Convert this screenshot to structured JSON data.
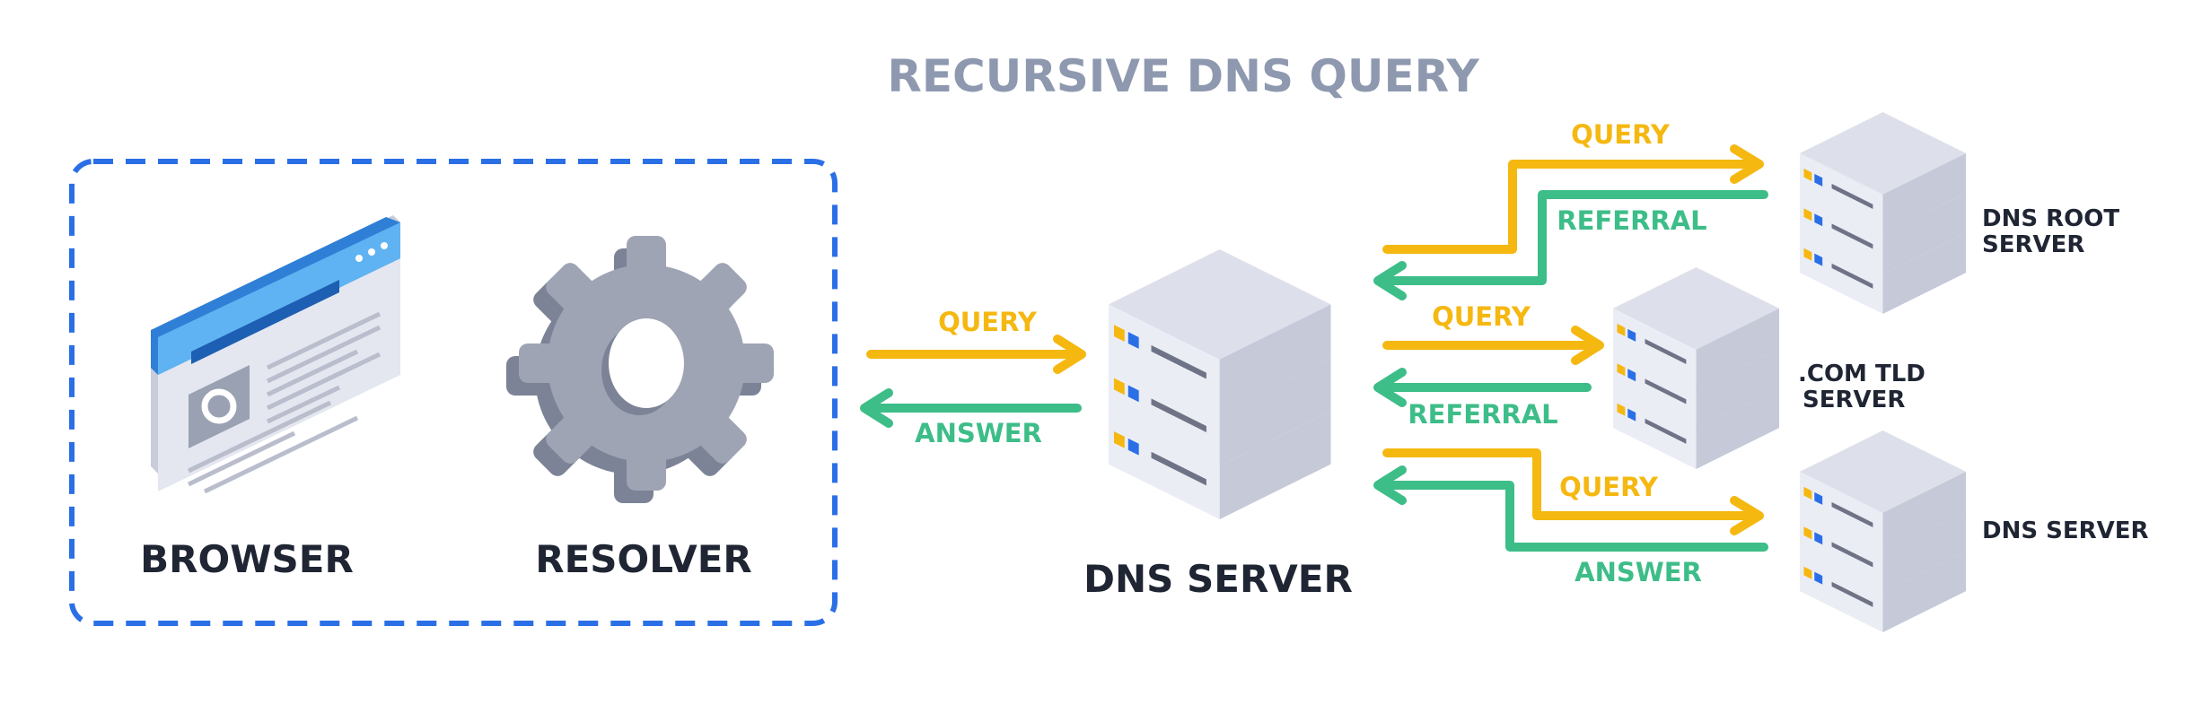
{
  "title": "RECURSIVE DNS QUERY",
  "client_group": {
    "browser_label": "BROWSER",
    "resolver_label": "RESOLVER"
  },
  "main_server": {
    "label": "DNS SERVER",
    "query_label": "QUERY",
    "answer_label": "ANSWER"
  },
  "root_server": {
    "label_line1": "DNS ROOT",
    "label_line2": "SERVER",
    "query_label": "QUERY",
    "response_label": "REFERRAL"
  },
  "tld_server": {
    "label_line1": ".COM TLD",
    "label_line2": "SERVER",
    "query_label": "QUERY",
    "response_label": "REFERRAL"
  },
  "auth_server": {
    "label": "DNS SERVER",
    "query_label": "QUERY",
    "response_label": "ANSWER"
  },
  "colors": {
    "query": "#f5b811",
    "response": "#3dbd88",
    "group_border": "#2b6fe6",
    "title": "#8e99b0"
  },
  "icons": [
    "browser-window-icon",
    "gear-icon",
    "server-stack-icon"
  ]
}
